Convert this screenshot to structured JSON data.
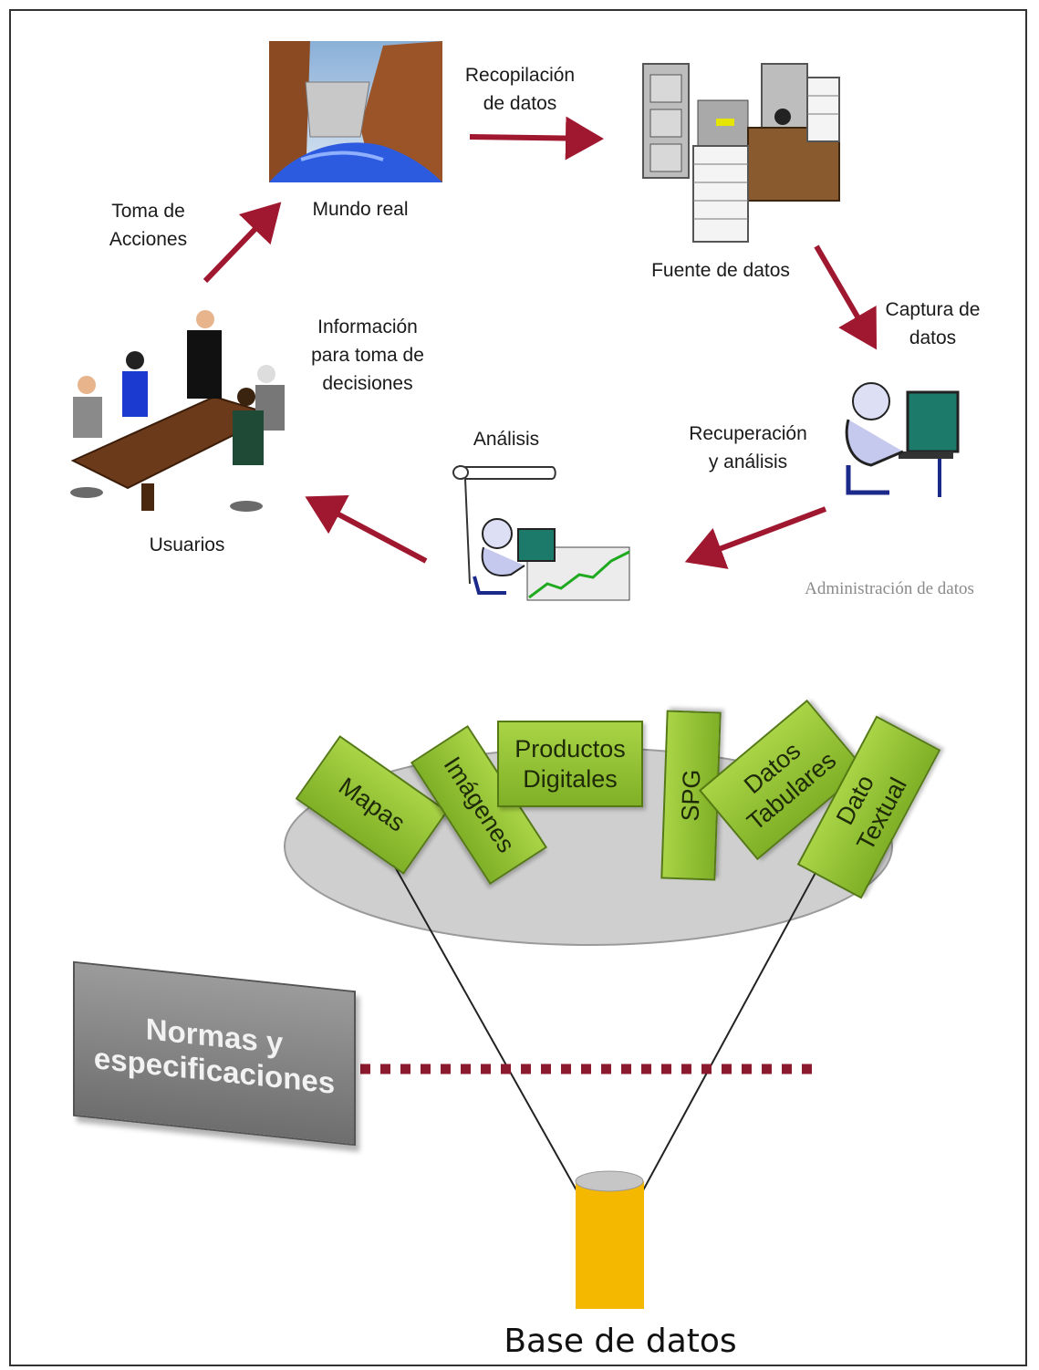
{
  "cycle": {
    "nodes": {
      "mundo_real": "Mundo real",
      "fuente_datos": "Fuente de datos",
      "usuarios": "Usuarios",
      "analisis": "Análisis"
    },
    "edges": {
      "recopilacion": "Recopilación\nde datos",
      "captura": "Captura de\ndatos",
      "recuperacion": "Recuperación\ny análisis",
      "informacion": "Información\npara toma de\ndecisiones",
      "toma_acciones": "Toma de\nAcciones"
    },
    "footer": "Administración de datos",
    "arrow_color": "#a0182f"
  },
  "database": {
    "blocks": [
      "Mapas",
      "Imágenes",
      "Productos\nDigitales",
      "SPG",
      "Datos\nTabulares",
      "Dato\nTextual"
    ],
    "norms": "Normas y\nespecificaciones",
    "title": "Base de datos",
    "block_color": "#8fc23a",
    "cylinder_color": "#f5b800",
    "dotted_line_color": "#8b1a2e"
  },
  "icons": [
    "dam-icon",
    "filing-office-icon",
    "computer-user-icon",
    "analysis-chart-icon",
    "meeting-icon"
  ]
}
